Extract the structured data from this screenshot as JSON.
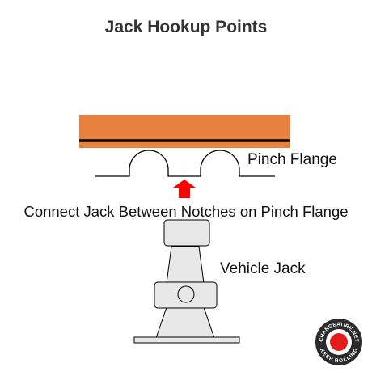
{
  "title": "Jack Hookup Points",
  "labels": {
    "pinch_flange": "Pinch Flange",
    "instruction": "Connect Jack Between Notches on Pinch Flange",
    "vehicle_jack": "Vehicle Jack"
  },
  "logo": {
    "text_top": "CHANGEATIRE.NET",
    "text_bottom": "KEEP ROLLING"
  },
  "colors": {
    "body_panel": "#E8813F",
    "arrow": "#FF0000",
    "jack_fill": "#E8E8E8",
    "outline": "#000000"
  }
}
